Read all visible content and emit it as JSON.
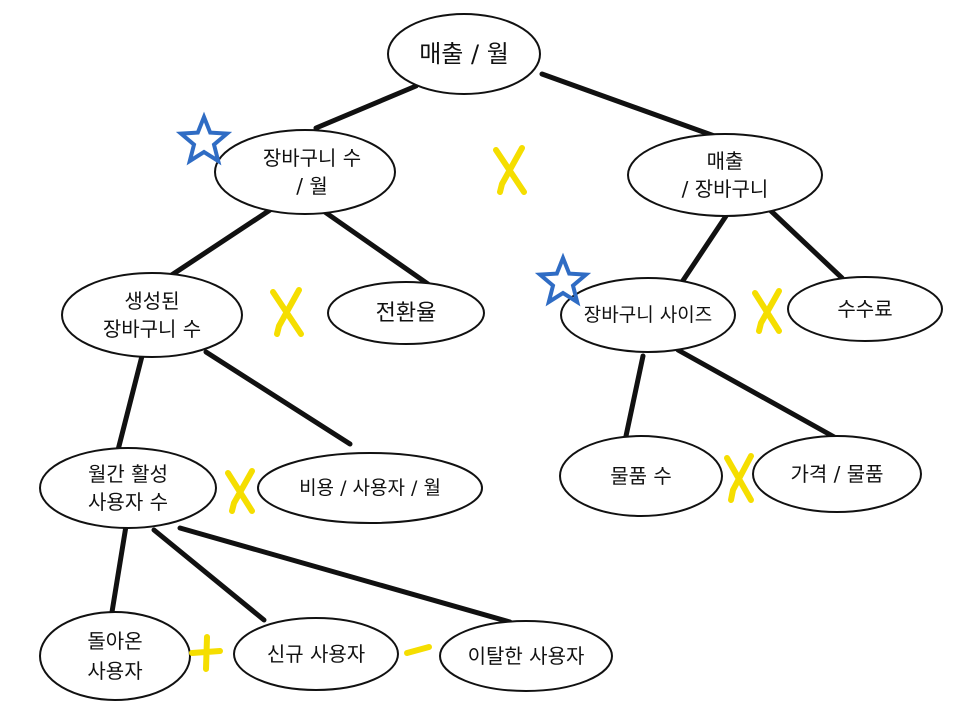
{
  "colors": {
    "background": "#ffffff",
    "stroke": "#111111",
    "operator": "#f5de00",
    "star": "#2f6cc4"
  },
  "nodes": {
    "revenue_per_month": [
      "매출 / 월"
    ],
    "carts_per_month": [
      "장바구니 수",
      "/ 월"
    ],
    "revenue_per_cart": [
      "매출",
      "/ 장바구니"
    ],
    "created_carts": [
      "생성된",
      "장바구니 수"
    ],
    "conversion_rate": [
      "전환율"
    ],
    "cart_size": [
      "장바구니 사이즈"
    ],
    "fee": [
      "수수료"
    ],
    "mau": [
      "월간 활성",
      "사용자 수"
    ],
    "cost_per_user_month": [
      "비용 / 사용자 / 월"
    ],
    "item_count": [
      "물품 수"
    ],
    "price_per_item": [
      "가격 / 물품"
    ],
    "returning_users": [
      "돌아온",
      "사용자"
    ],
    "new_users": [
      "신규 사용자"
    ],
    "churned_users": [
      "이탈한 사용자"
    ]
  },
  "icons": {
    "multiply": "multiply-icon",
    "plus": "plus-icon",
    "minus": "minus-icon",
    "star": "star-icon"
  }
}
